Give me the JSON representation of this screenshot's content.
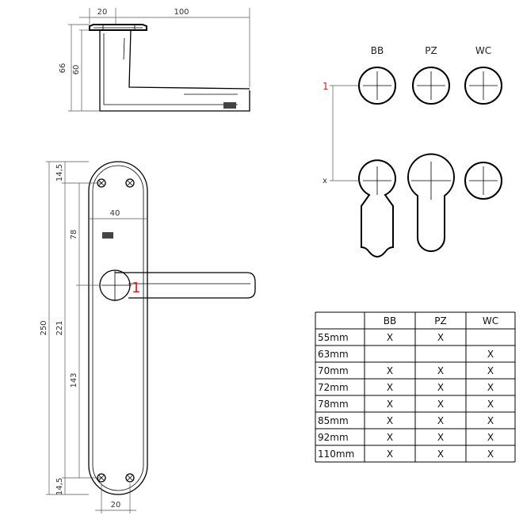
{
  "side_view": {
    "dims": {
      "top_left": "20",
      "top_right": "100",
      "outer_height": "66",
      "inner_height": "60"
    }
  },
  "front_view": {
    "dims": {
      "total_height": "250",
      "inner_height": "221",
      "top_radius": "14,5",
      "bottom_radius": "14,5",
      "upper_segment": "78",
      "lower_segment": "143",
      "plate_width": "40",
      "bottom_width": "20"
    },
    "marker": "1"
  },
  "cutouts": {
    "headers": [
      "BB",
      "PZ",
      "WC"
    ],
    "row_markers": {
      "top": "1",
      "bottom": "x"
    }
  },
  "table": {
    "headers": [
      "",
      "BB",
      "PZ",
      "WC"
    ],
    "rows": [
      [
        "55mm",
        "X",
        "X",
        ""
      ],
      [
        "63mm",
        "",
        "",
        "X"
      ],
      [
        "70mm",
        "X",
        "X",
        "X"
      ],
      [
        "72mm",
        "X",
        "X",
        "X"
      ],
      [
        "78mm",
        "X",
        "X",
        "X"
      ],
      [
        "85mm",
        "X",
        "X",
        "X"
      ],
      [
        "92mm",
        "X",
        "X",
        "X"
      ],
      [
        "110mm",
        "X",
        "X",
        "X"
      ]
    ]
  },
  "colors": {
    "marker": "#e02020",
    "line": "#000000"
  }
}
